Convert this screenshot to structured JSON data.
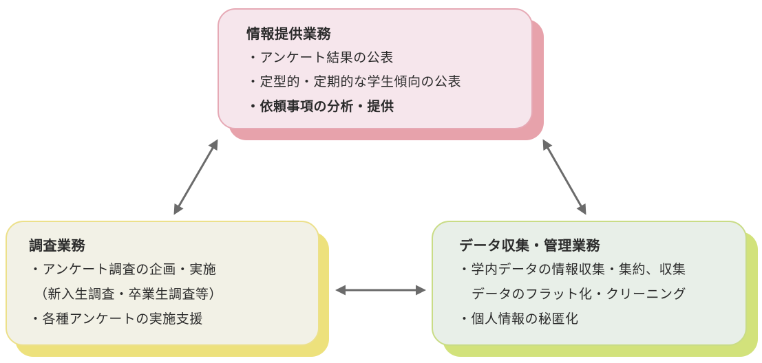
{
  "colors": {
    "info_fill": "#f6e6ec",
    "info_border": "#e6a9b5",
    "info_shadow": "#e7a2ab",
    "survey_fill": "#f2f1e6",
    "survey_border": "#ece08a",
    "survey_shadow": "#ede17c",
    "data_fill": "#e8efe8",
    "data_border": "#c9dc86",
    "data_shadow": "#d2e27b",
    "arrow": "#6b6b6b"
  },
  "info_box": {
    "title": "情報提供業務",
    "items": [
      "・アンケート結果の公表",
      "・定型的・定期的な学生傾向の公表",
      "・依頼事項の分析・提供"
    ]
  },
  "survey_box": {
    "title": "調査業務",
    "items": [
      "・アンケート調査の企画・実施",
      "（新入生調査・卒業生調査等）",
      "・各種アンケートの実施支援"
    ]
  },
  "data_box": {
    "title": "データ収集・管理業務",
    "items": [
      "・学内データの情報収集・集約、収集",
      "データのフラット化・クリーニング",
      "・個人情報の秘匿化"
    ]
  }
}
